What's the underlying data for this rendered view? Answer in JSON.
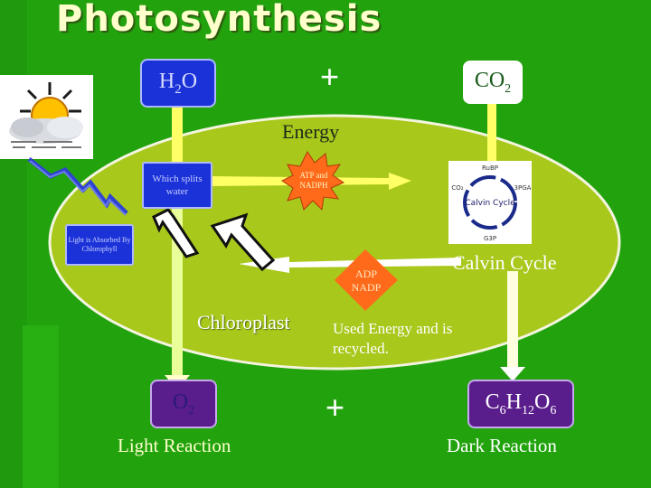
{
  "title": "Photosynthesis",
  "reactants": {
    "water": {
      "base": "H",
      "sub": "2",
      "tail": "O"
    },
    "plus_top": "+",
    "co2": {
      "base": "CO",
      "sub": "2"
    },
    "energy": "Energy"
  },
  "chloroplast": {
    "split_box": "Which splits water",
    "atp_burst": "ATP and NADPH",
    "light_absorbed": "Light is Absorbed By Chlorophyll",
    "adp": "ADP NADP",
    "calvin": "Calvin Cycle",
    "label": "Chloroplast",
    "recycled": "Used Energy and is recycled."
  },
  "calvin_inset": {
    "center": "Calvin Cycle",
    "top": "RuBP",
    "left": "CO₂",
    "right": "3PGA",
    "bottom": "G3P"
  },
  "products": {
    "o2": {
      "base": "O",
      "sub": "2"
    },
    "plus_bottom": "+",
    "glucose": {
      "c": "C",
      "c_sub": "6",
      "h": "H",
      "h_sub": "12",
      "o": "O",
      "o_sub": "6"
    },
    "light_reaction": "Light Reaction",
    "dark_reaction": "Dark Reaction"
  },
  "colors": {
    "background": "#22a30e",
    "oval": "#a8c81c",
    "blue_box": "#1a32d8",
    "purple_box": "#5a1d8c",
    "arrow_yellow": "#ffff66",
    "burst": "#ff6a1a"
  }
}
